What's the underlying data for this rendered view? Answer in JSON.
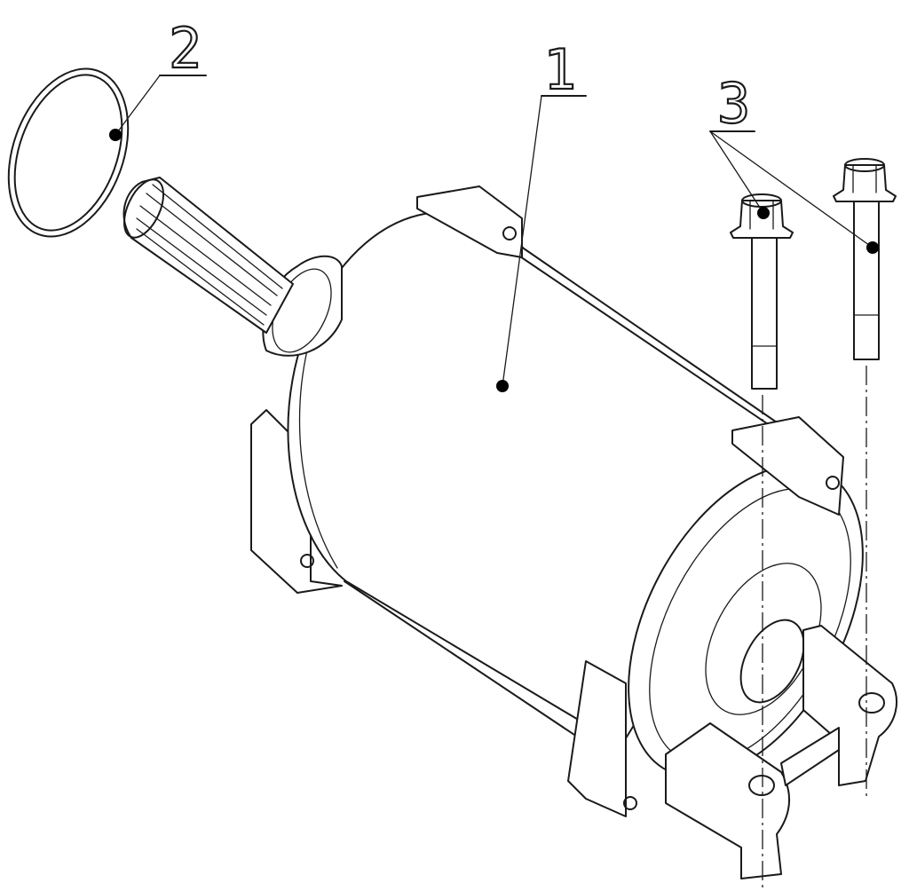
{
  "callouts": [
    {
      "id": "1",
      "label": "1"
    },
    {
      "id": "2",
      "label": "2"
    },
    {
      "id": "3",
      "label": "3"
    }
  ],
  "colors": {
    "line": "#1a1a1a",
    "background": "#ffffff",
    "dot": "#000000"
  }
}
